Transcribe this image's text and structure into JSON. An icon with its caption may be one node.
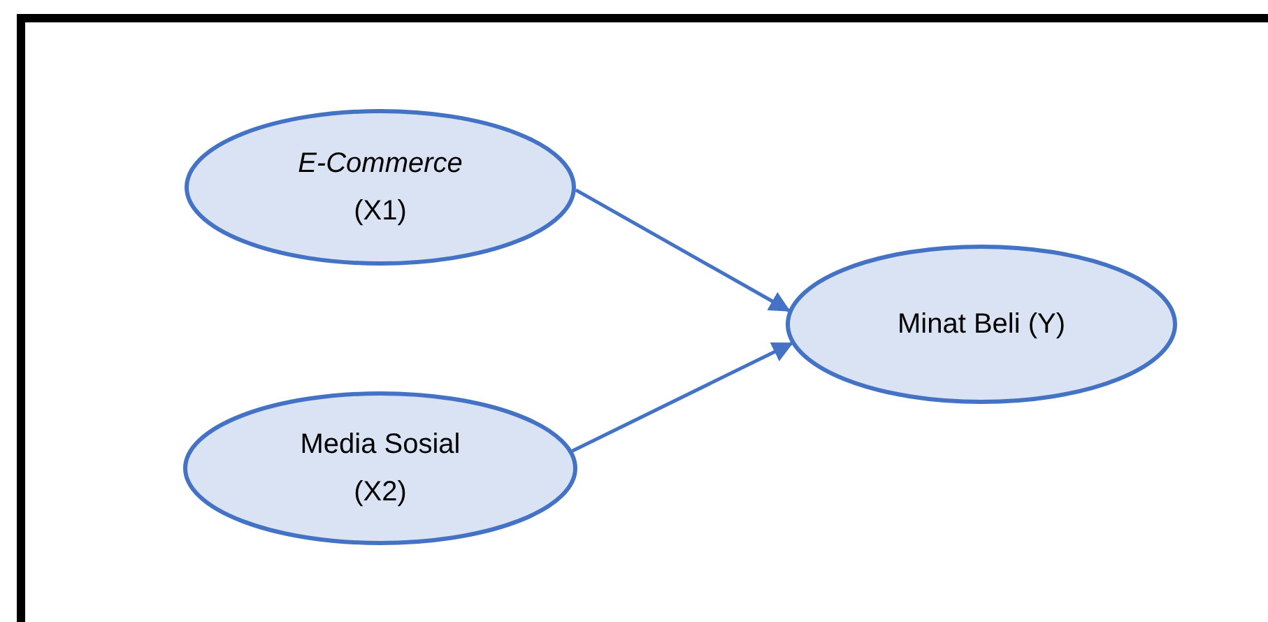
{
  "diagram": {
    "nodes": [
      {
        "text": [
          "*E-Commerce* (X1)"
        ]
      },
      {
        "text": [
          "Media Sosial (X2)"
        ]
      },
      {
        "text": [
          "Minat Beli (Y)"
        ]
      }
    ],
    "edges": [
      {
        "from": 0,
        "to": 2,
        "arrow": "to"
      },
      {
        "from": 1,
        "to": 2,
        "arrow": "to"
      }
    ]
  }
}
